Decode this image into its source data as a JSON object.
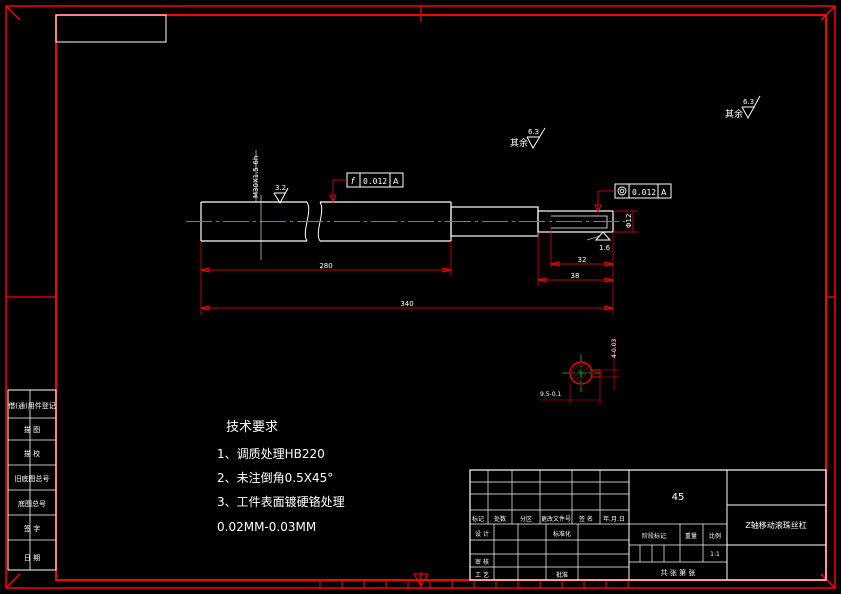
{
  "drawing": {
    "tech_req_title": "技术要求",
    "tech_req_1": "1、调质处理HB220",
    "tech_req_2": "2、未注倒角0.5X45°",
    "tech_req_3": "3、工件表面镀硬铬处理",
    "tech_req_4": "0.02MM-0.03MM",
    "rest_roughness_label_1": "其余",
    "rest_roughness_value_1": "6.3",
    "rest_roughness_label_2": "其余",
    "rest_roughness_value_2": "6.3",
    "roughness_shaft": "3.2",
    "roughness_end": "1.6",
    "thread_spec": "M30X1.5-6h",
    "flatness_symbol": "f",
    "flatness_tol": "0.012",
    "flatness_datum": "A",
    "coax_tol": "0.012",
    "coax_datum": "A",
    "dim_280": "280",
    "dim_340": "340",
    "dim_32": "32",
    "dim_38": "38",
    "dim_phi12": "Φ12",
    "section_dim_1": "4-0.03",
    "section_dim_2": "9.5-0.1"
  },
  "sidebar": {
    "items": [
      "借(通)用件登记",
      "描 图",
      "描 校",
      "旧底图总号",
      "底图总号",
      "签 字",
      "日 期"
    ]
  },
  "title_block": {
    "material": "45",
    "part_name": "Z轴移动滚珠丝杠",
    "scale_value": "1:1",
    "r1_cells": [
      "标记",
      "处数",
      "分区",
      "更改文件号",
      "签 名",
      "年.月.日"
    ],
    "design": "设 计",
    "standard": "标准化",
    "review": "审 核",
    "process": "工 艺",
    "approve": "批准",
    "stage_mark": "阶段标记",
    "weight": "重量",
    "scale": "比例",
    "sheets": "共  张  第  张"
  }
}
